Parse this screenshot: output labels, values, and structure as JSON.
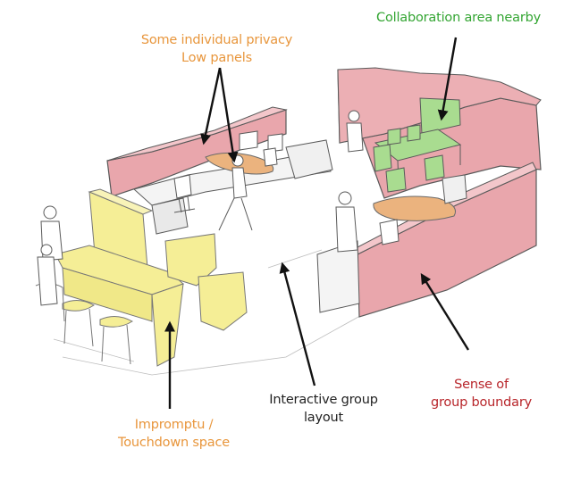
{
  "colors": {
    "orange": "#E8963C",
    "green": "#33A532",
    "red": "#B8262B",
    "text_dark": "#222222",
    "wall_red": "#E9A6AC",
    "panel_yellow": "#F5EE96",
    "panel_green": "#A9DC90",
    "table_orange": "#EBB37E",
    "sketch_line": "#6a6a6a"
  },
  "labels": {
    "privacy": [
      "Some individual privacy",
      "Low panels"
    ],
    "collaboration": [
      "Collaboration area nearby"
    ],
    "interactive": [
      "Interactive group",
      "layout"
    ],
    "boundary": [
      "Sense of",
      "group boundary"
    ],
    "impromptu": [
      "Impromptu /",
      "Touchdown space"
    ]
  }
}
